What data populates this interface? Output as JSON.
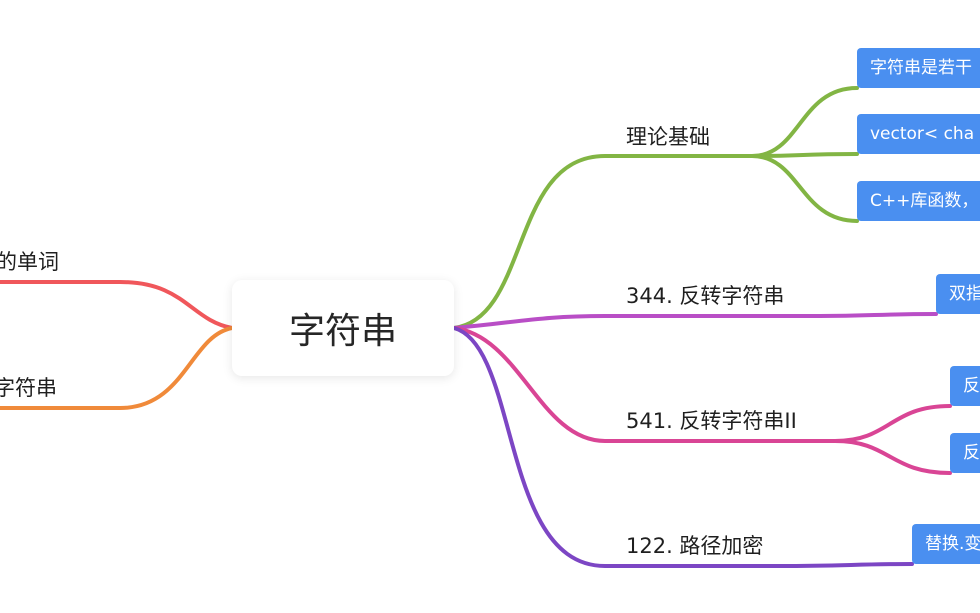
{
  "root": {
    "label": "字符串"
  },
  "left_branches": [
    {
      "label": "的单词",
      "color": "#f0575b"
    },
    {
      "label": "字符串",
      "color": "#f08a3a"
    }
  ],
  "right_branches": [
    {
      "label": "理论基础",
      "color": "#82b544",
      "children": [
        {
          "label": "字符串是若干"
        },
        {
          "label": "vector< cha"
        },
        {
          "label": "C++库函数，"
        }
      ]
    },
    {
      "label": "344. 反转字符串",
      "color": "#b94ec6",
      "children": [
        {
          "label": "双指"
        }
      ]
    },
    {
      "label": "541. 反转字符串II",
      "color": "#d94595",
      "children": [
        {
          "label": "反"
        },
        {
          "label": "反"
        }
      ]
    },
    {
      "label": "122. 路径加密",
      "color": "#7c46c4",
      "children": [
        {
          "label": "替换.变"
        }
      ]
    }
  ],
  "colors": {
    "leaf_fill": "#4a8ff0",
    "leaf_text": "#ffffff",
    "background": "#ffffff"
  }
}
